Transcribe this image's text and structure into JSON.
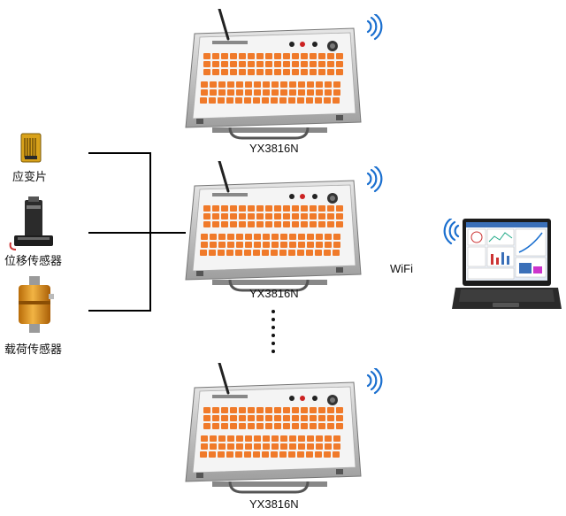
{
  "devices": [
    {
      "label": "YX3816N",
      "icon": "data-logger-icon"
    },
    {
      "label": "YX3816N",
      "icon": "data-logger-icon"
    },
    {
      "label": "YX3816N",
      "icon": "data-logger-icon"
    }
  ],
  "sensors": [
    {
      "label": "应变片",
      "icon": "strain-gauge-icon"
    },
    {
      "label": "位移传感器",
      "icon": "displacement-sensor-icon"
    },
    {
      "label": "载荷传感器",
      "icon": "load-cell-icon"
    }
  ],
  "laptop": {
    "icon": "laptop-icon"
  },
  "wifi_label": "WiFi",
  "colors": {
    "terminal": "#f07a2a",
    "line": "#000000",
    "case": "#c8c8c8",
    "panel": "#eeeeee",
    "wifi": "#1a6fcf",
    "load_cell": "#e39a1e"
  }
}
